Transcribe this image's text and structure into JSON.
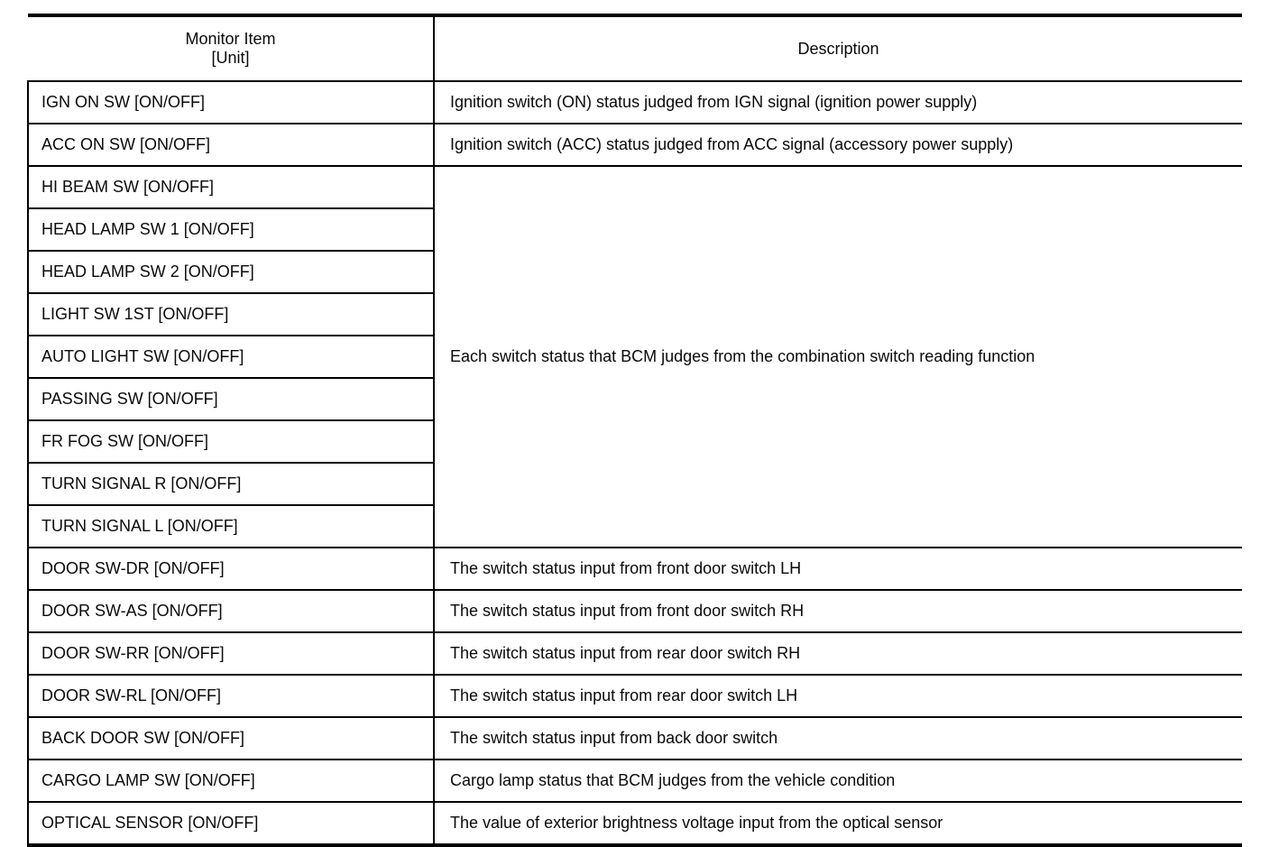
{
  "header": {
    "monitor_item_line1": "Monitor Item",
    "monitor_item_line2": "[Unit]",
    "description": "Description"
  },
  "rows": [
    {
      "item": "IGN ON SW [ON/OFF]",
      "desc": "Ignition switch (ON) status judged from IGN signal (ignition power supply)"
    },
    {
      "item": "ACC ON SW [ON/OFF]",
      "desc": "Ignition switch (ACC) status judged from ACC signal (accessory power supply)"
    },
    {
      "item": "HI BEAM SW [ON/OFF]",
      "desc": "Each switch status that BCM judges from the combination switch reading function"
    },
    {
      "item": "HEAD LAMP SW 1 [ON/OFF]"
    },
    {
      "item": "HEAD LAMP SW 2 [ON/OFF]"
    },
    {
      "item": "LIGHT SW 1ST [ON/OFF]"
    },
    {
      "item": "AUTO LIGHT SW [ON/OFF]"
    },
    {
      "item": "PASSING SW [ON/OFF]"
    },
    {
      "item": "FR FOG SW [ON/OFF]"
    },
    {
      "item": "TURN SIGNAL R [ON/OFF]"
    },
    {
      "item": "TURN SIGNAL L [ON/OFF]"
    },
    {
      "item": "DOOR SW-DR [ON/OFF]",
      "desc": "The switch status input from front door switch LH"
    },
    {
      "item": "DOOR SW-AS [ON/OFF]",
      "desc": "The switch status input from front door switch RH"
    },
    {
      "item": "DOOR SW-RR [ON/OFF]",
      "desc": "The switch status input from rear door switch RH"
    },
    {
      "item": "DOOR SW-RL [ON/OFF]",
      "desc": "The switch status input from rear door switch LH"
    },
    {
      "item": "BACK DOOR SW [ON/OFF]",
      "desc": "The switch status input from back door switch"
    },
    {
      "item": "CARGO LAMP SW [ON/OFF]",
      "desc": "Cargo lamp status that BCM judges from the vehicle condition"
    },
    {
      "item": "OPTICAL SENSOR [ON/OFF]",
      "desc": "The value of exterior brightness voltage input from the optical sensor"
    }
  ],
  "colors": {
    "text": "#0a0a0a",
    "border": "#000000",
    "background": "#ffffff"
  }
}
